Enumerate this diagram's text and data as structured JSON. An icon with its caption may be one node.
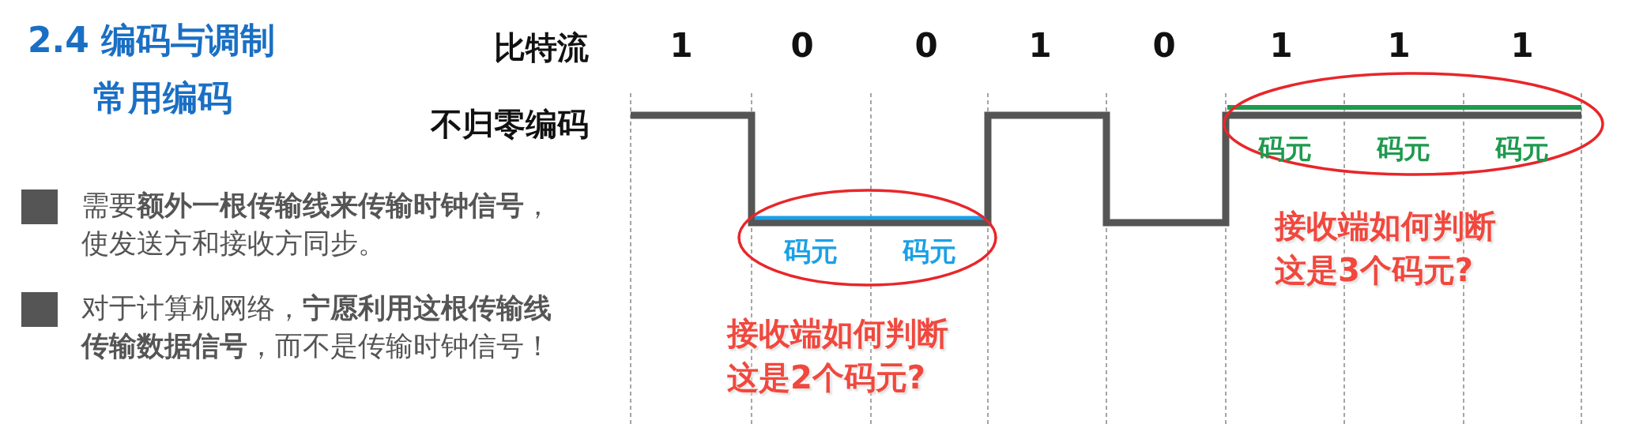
{
  "diagram": {
    "title": "2.4 编码与调制",
    "nodes": [
      {
        "text": [
          "码元",
          "码元"
        ]
      },
      {
        "text": [
          "码元",
          "码元",
          "码元"
        ]
      }
    ],
    "labels": [
      "常用编码",
      "比特流",
      "1",
      "0",
      "0",
      "1",
      "0",
      "1",
      "1",
      "1",
      "不归零编码",
      "需要**额外一根传输线来传输时钟信号**，使发送方和接收方同步。",
      "对于计算机网络，**宁愿利用这根传输线传输数据信号**，而不是传输时钟信号！",
      "接收端如何判断这是3个码元?",
      "接收端如何判断这是2个码元?"
    ]
  }
}
